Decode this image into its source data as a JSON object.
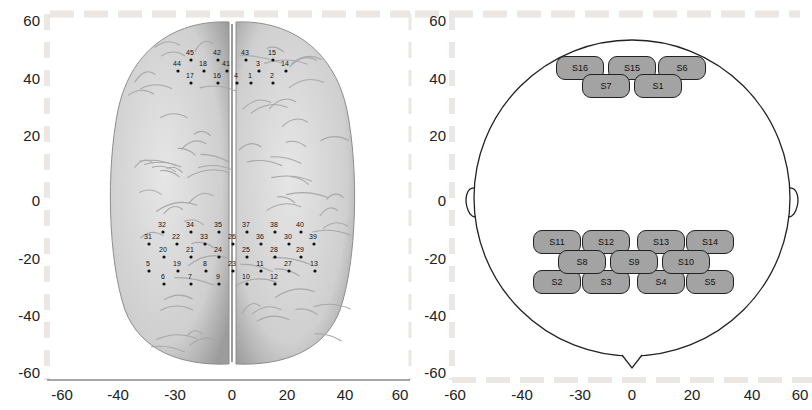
{
  "diagram": {
    "nodes": [
      {
        "text": [
          "S16"
        ]
      },
      {
        "text": [
          "S15"
        ]
      },
      {
        "text": [
          "S6"
        ]
      },
      {
        "text": [
          "S7"
        ]
      },
      {
        "text": [
          "S1"
        ]
      },
      {
        "text": [
          "S11"
        ]
      },
      {
        "text": [
          "S12"
        ]
      },
      {
        "text": [
          "S13"
        ]
      },
      {
        "text": [
          "S14"
        ]
      },
      {
        "text": [
          "S8"
        ]
      },
      {
        "text": [
          "S9"
        ]
      },
      {
        "text": [
          "S10"
        ]
      },
      {
        "text": [
          "S2"
        ]
      },
      {
        "text": [
          "S3"
        ]
      },
      {
        "text": [
          "S4"
        ]
      },
      {
        "text": [
          "S5"
        ]
      }
    ],
    "labels": [
      "60",
      "40",
      "20",
      "0",
      "-20",
      "-40",
      "-60",
      "-60",
      "-40",
      "-30",
      "0",
      "20",
      "40",
      "60",
      "45",
      "42",
      "43",
      "15",
      "44",
      "18",
      "41",
      "3",
      "14",
      "17",
      "16",
      "4",
      "1",
      "2",
      "32",
      "34",
      "35",
      "37",
      "38",
      "40",
      "31",
      "22",
      "33",
      "26",
      "36",
      "30",
      "39",
      "20",
      "21",
      "24",
      "25",
      "28",
      "29",
      "5",
      "19",
      "8",
      "23",
      "11",
      "27",
      "13",
      "6",
      "7",
      "9",
      "10",
      "12",
      "60",
      "40",
      "20",
      "0",
      "-20",
      "-40",
      "-60",
      "-60",
      "-40",
      "-30",
      "0",
      "20",
      "40",
      "60"
    ]
  }
}
